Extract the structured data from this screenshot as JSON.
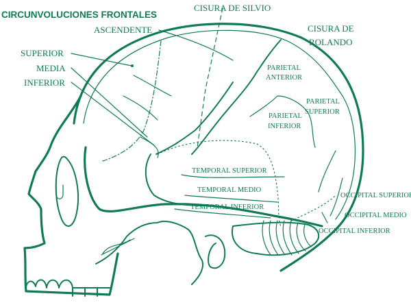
{
  "title": "CIRCUNVOLUCIONES FRONTALES",
  "labels": {
    "ascendente": "ASCENDENTE",
    "superior": "SUPERIOR",
    "media": "MEDIA",
    "inferior": "INFERIOR",
    "cisura_silvio": "CISURA DE SILVIO",
    "cisura_rolando_1": "CISURA DE",
    "cisura_rolando_2": "ROLANDO",
    "parietal_anterior_1": "PARIETAL",
    "parietal_anterior_2": "ANTERIOR",
    "parietal_superior_1": "PARIETAL",
    "parietal_superior_2": "SUPERIOR",
    "parietal_inferior_1": "PARIETAL",
    "parietal_inferior_2": "INFERIOR",
    "temporal_superior": "TEMPORAL SUPERIOR",
    "temporal_medio": "TEMPORAL MEDIO",
    "temporal_inferior": "TEMPORAL INFERIOR",
    "occipital_superior": "OCCIPITAL SUPERIOR",
    "occipital_medio": "OCCIPITAL MEDIO",
    "occipital_inferior": "OCCIPITAL INFERIOR"
  },
  "colors": {
    "ink": "#0f7a55"
  }
}
